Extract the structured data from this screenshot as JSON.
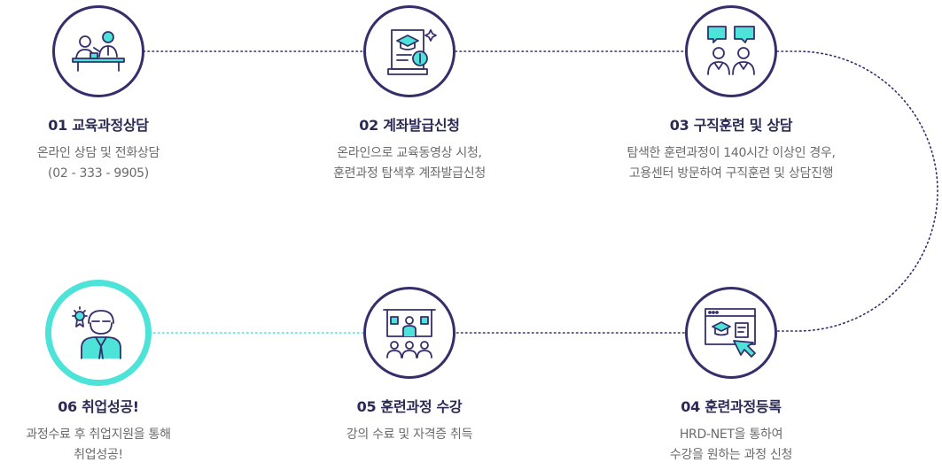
{
  "colors": {
    "navy": "#342f6b",
    "teal": "#4de3d8",
    "title": "#2a2a55",
    "desc": "#6b6b6b"
  },
  "steps": [
    {
      "title": "01 교육과정상담",
      "lines": [
        "온라인 상담 및 전화상담",
        "(02 - 333 - 9905)"
      ],
      "icon": "consultation-icon"
    },
    {
      "title": "02 계좌발급신청",
      "lines": [
        "온라인으로 교육동영상 시청,",
        "훈련과정 탐색후 계좌발급신청"
      ],
      "icon": "certificate-coin-icon"
    },
    {
      "title": "03 구직훈련 및 상담",
      "lines": [
        "탐색한 훈련과정이 140시간 이상인 경우,",
        "고용센터 방문하여 구직훈련 및 상담진행"
      ],
      "icon": "chat-people-icon"
    },
    {
      "title": "04 훈련과정등록",
      "lines": [
        "HRD-NET을 통하여",
        "수강을 원하는 과정 신청"
      ],
      "icon": "online-registration-icon"
    },
    {
      "title": "05 훈련과정 수강",
      "lines": [
        "강의 수료 및 자격증 취득"
      ],
      "icon": "lecture-audience-icon"
    },
    {
      "title": "06 취업성공!",
      "lines": [
        "과정수료 후 취업지원을 통해",
        "취업성공!"
      ],
      "icon": "success-person-icon"
    }
  ]
}
